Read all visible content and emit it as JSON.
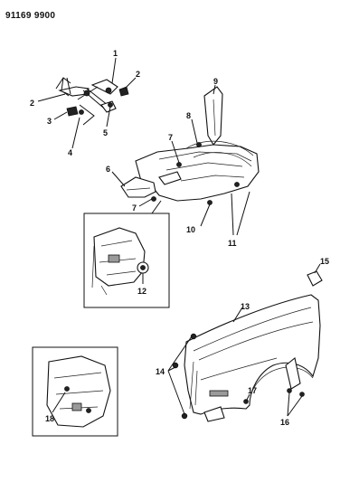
{
  "document_id": "91169 9900",
  "callouts": {
    "c1": "1",
    "c2a": "2",
    "c2b": "2",
    "c3": "3",
    "c4": "4",
    "c5": "5",
    "c6": "6",
    "c7a": "7",
    "c7b": "7",
    "c8": "8",
    "c9": "9",
    "c10": "10",
    "c11": "11",
    "c12": "12",
    "c13": "13",
    "c14": "14",
    "c15": "15",
    "c16": "16",
    "c17": "17",
    "c18": "18"
  },
  "colors": {
    "ink": "#111111",
    "paper": "#ffffff",
    "shade": "#9a9a9a"
  }
}
